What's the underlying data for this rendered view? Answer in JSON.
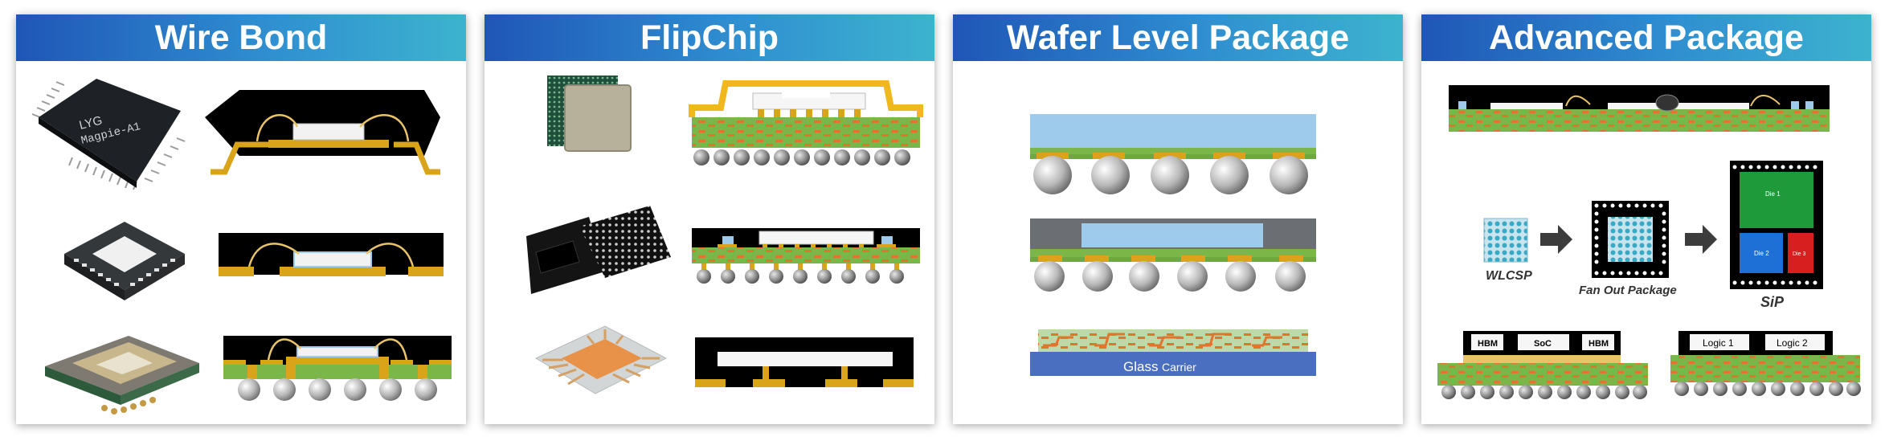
{
  "panels": [
    {
      "title": "Wire Bond"
    },
    {
      "title": "FlipChip"
    },
    {
      "title": "Wafer Level Package"
    },
    {
      "title": "Advanced Package"
    }
  ],
  "wire_bond": {
    "chip_brand": "LYG",
    "chip_model": "Magpie-A1"
  },
  "wafer_level": {
    "glass_label_main": "Glass",
    "glass_label_sub": "Carrier"
  },
  "advanced": {
    "wlcsp_label": "WLCSP",
    "fanout_label": "Fan Out Package",
    "sip_label": "SiP",
    "sip_die1": "Die 1",
    "sip_die2": "Die 2",
    "sip_die3": "Die 3",
    "hbm_left": "HBM",
    "soc": "SoC",
    "hbm_right": "HBM",
    "logic1": "Logic 1",
    "logic2": "Logic 2"
  },
  "colors": {
    "header_start": "#1f56b7",
    "header_end": "#3db3cf",
    "substrate_green": "#7ab648",
    "trace_orange": "#e0752d",
    "gold": "#d9a31a",
    "die_blue": "#9ecbec",
    "glass_blue": "#4a6fc0"
  }
}
